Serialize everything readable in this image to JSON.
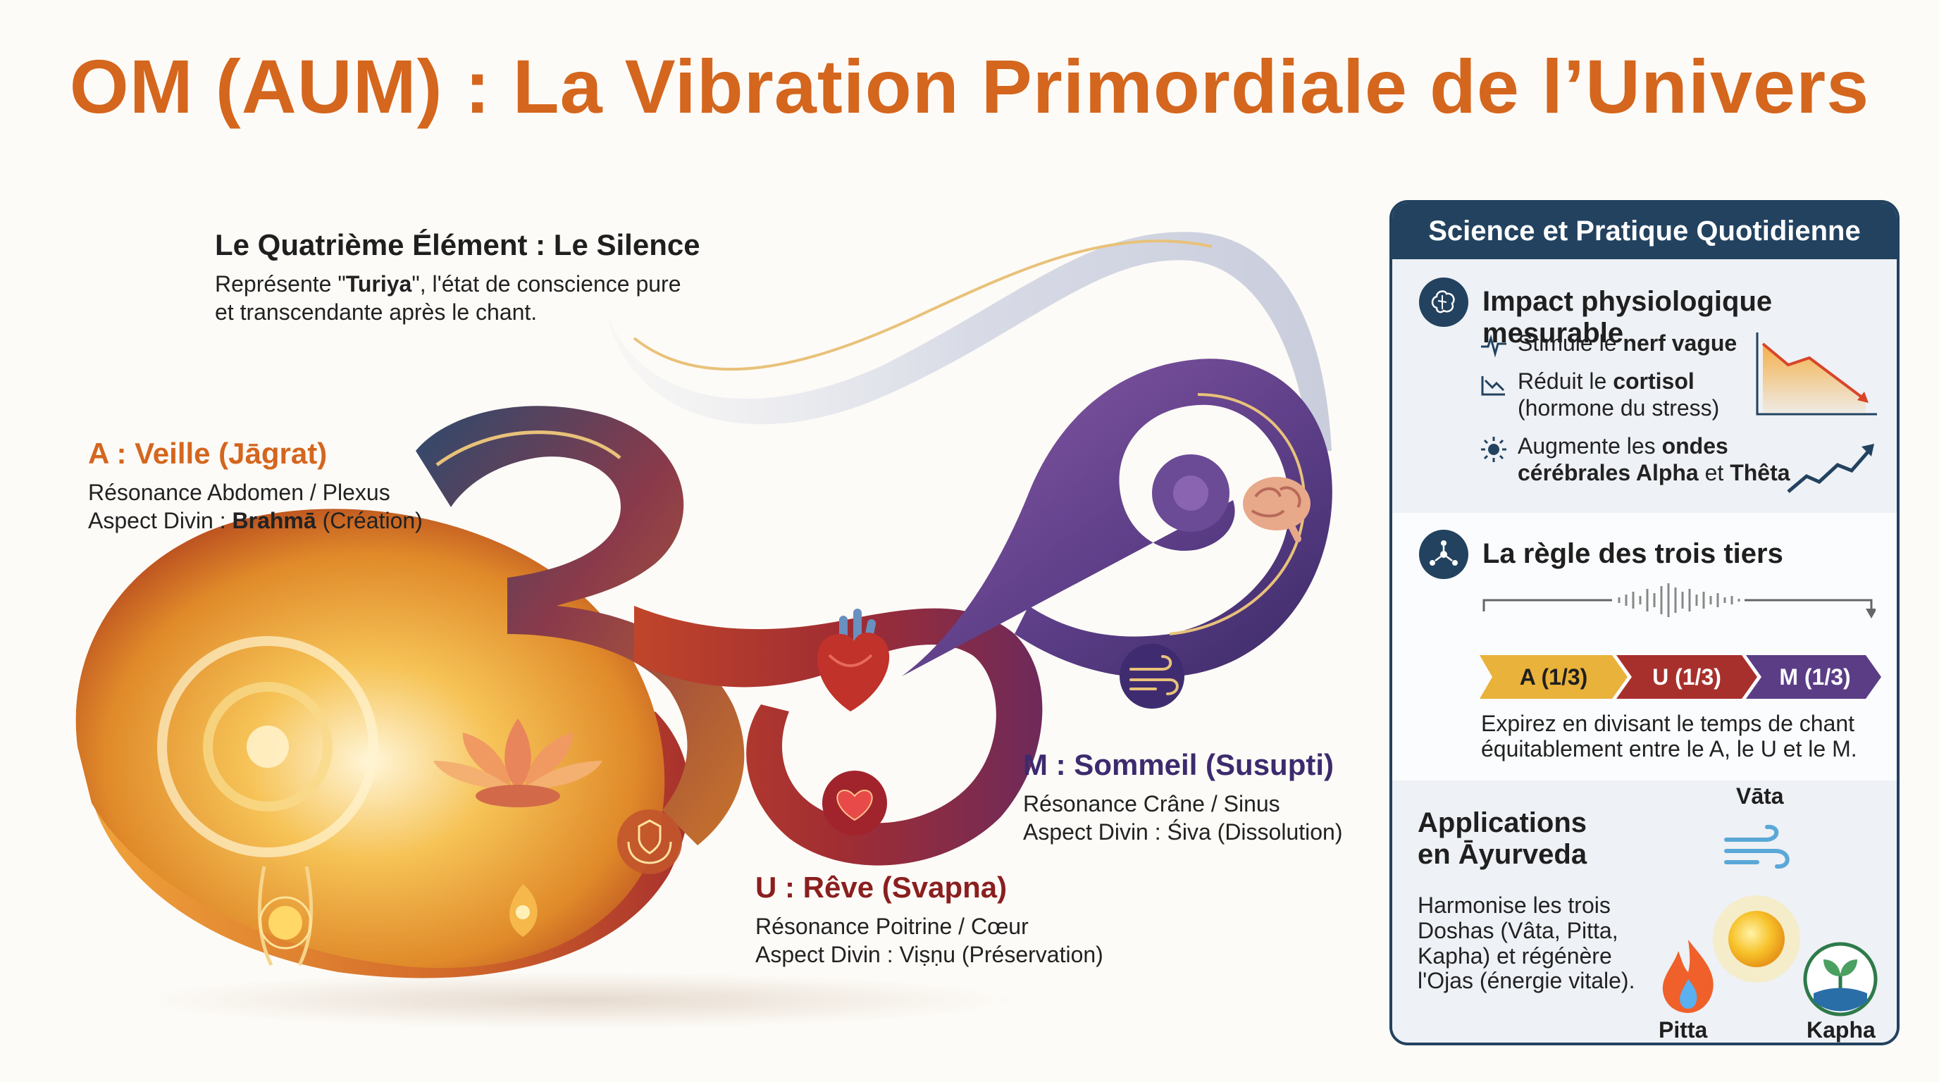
{
  "title": "OM (AUM) : La Vibration Primordiale de l’Univers",
  "silence": {
    "heading": "Le Quatrième Élément : Le Silence",
    "line1_pre": "Représente \"",
    "line1_bold": "Turiya",
    "line1_post": "\", l'état de conscience pure",
    "line2": "et transcendante après le chant."
  },
  "veille": {
    "heading": "A : Veille (Jāgrat)",
    "line1": "Résonance Abdomen / Plexus",
    "line2_pre": "Aspect Divin : ",
    "line2_bold": "Brahmā",
    "line2_post": " (Création)"
  },
  "reve": {
    "heading": "U : Rêve (Svapna)",
    "line1": "Résonance Poitrine / Cœur",
    "line2": "Aspect Divin : Viṣṇu (Préservation)"
  },
  "sommeil": {
    "heading": "M : Sommeil (Susupti)",
    "line1": "Résonance Crâne / Sinus",
    "line2": "Aspect Divin : Śiva (Dissolution)"
  },
  "panel": {
    "header": "Science et Pratique Quotidienne",
    "impact": {
      "title": "Impact physiologique mesurable",
      "b1_pre": "Stimule le ",
      "b1_bold": "nerf vague",
      "b2_pre": "Réduit le ",
      "b2_bold": "cortisol",
      "b2_line2": "(hormone du stress)",
      "b3_pre": "Augmente les ",
      "b3_bold1": "ondes",
      "b3_bold2": "cérébrales Alpha",
      "b3_mid": " et ",
      "b3_bold3": "Thêta"
    },
    "rule": {
      "title": "La règle des trois tiers",
      "seg_a": "A (1/3)",
      "seg_u": "U (1/3)",
      "seg_m": "M (1/3)",
      "desc1": "Expirez en divisant le temps de chant",
      "desc2": "équitablement entre le A, le U et le M."
    },
    "ayurveda": {
      "title1": "Applications",
      "title2": "en Āyurveda",
      "desc": "Harmonise les trois Doshas (Vâta, Pitta, Kapha) et régénère l'Ojas (énergie vitale).",
      "vata": "Vāta",
      "pitta": "Pitta",
      "kapha": "Kapha"
    }
  },
  "colors": {
    "title": "#d4661e",
    "panel_dark": "#22425f",
    "seg_a": "#e9b23a",
    "seg_u": "#a8302c",
    "seg_m": "#5b3d86"
  }
}
